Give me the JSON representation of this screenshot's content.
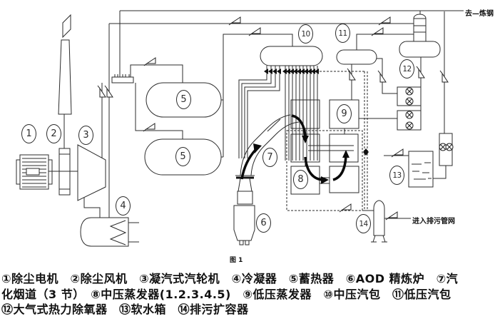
{
  "figure": {
    "caption": "图 1",
    "annotations": {
      "to_steelmaking": "去—炼钢",
      "to_blowdown_network": "进入排污管网"
    },
    "callouts": [
      "1",
      "2",
      "3",
      "4",
      "5",
      "5",
      "6",
      "7",
      "8",
      "9",
      "10",
      "11",
      "12",
      "13",
      "14"
    ]
  },
  "legend": {
    "lines": [
      "①除尘电机　②除尘风机　③凝汽式汽轮机　④冷凝器　⑤蓄热器　⑥AOD 精炼炉　⑦汽",
      "化烟道（3 节）　⑧中压蒸发器(1.2.3.4.5)　⑨低压蒸发器　⑩中压汽包　⑪低压汽包",
      "⑫大气式热力除氧器　⑬软水箱　⑭排污扩容器"
    ],
    "items": [
      {
        "num": "①",
        "label": "除尘电机"
      },
      {
        "num": "②",
        "label": "除尘风机"
      },
      {
        "num": "③",
        "label": "凝汽式汽轮机"
      },
      {
        "num": "④",
        "label": "冷凝器"
      },
      {
        "num": "⑤",
        "label": "蓄热器"
      },
      {
        "num": "⑥",
        "label": "AOD 精炼炉"
      },
      {
        "num": "⑦",
        "label": "汽化烟道（3 节）"
      },
      {
        "num": "⑧",
        "label": "中压蒸发器(1.2.3.4.5)"
      },
      {
        "num": "⑨",
        "label": "低压蒸发器"
      },
      {
        "num": "⑩",
        "label": "中压汽包"
      },
      {
        "num": "⑪",
        "label": "低压汽包"
      },
      {
        "num": "⑫",
        "label": "大气式热力除氧器"
      },
      {
        "num": "⑬",
        "label": "软水箱"
      },
      {
        "num": "⑭",
        "label": "排污扩容器"
      }
    ]
  },
  "colors": {
    "line": "#2b2b2b",
    "background": "#ffffff"
  }
}
